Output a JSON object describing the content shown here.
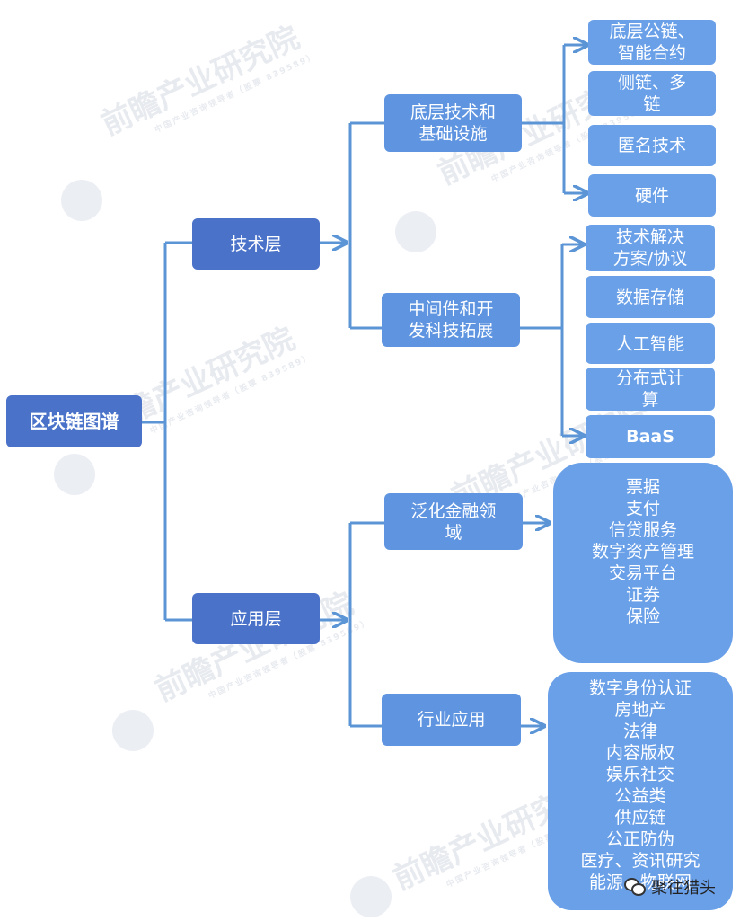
{
  "root": "区块链图谱",
  "layers": [
    {
      "label": "技术层",
      "groups": [
        {
          "label_lines": [
            "底层技术和",
            "基础设施"
          ],
          "items": [
            [
              "底层公链、",
              "智能合约"
            ],
            [
              "侧链、多",
              "链"
            ],
            [
              "匿名技术"
            ],
            [
              "硬件"
            ]
          ]
        },
        {
          "label_lines": [
            "中间件和开",
            "发科技拓展"
          ],
          "items": [
            [
              "技术解决",
              "方案/协议"
            ],
            [
              "数据存储"
            ],
            [
              "人工智能"
            ],
            [
              "分布式计",
              "算"
            ],
            [
              "BaaS"
            ]
          ]
        }
      ]
    },
    {
      "label": "应用层",
      "groups": [
        {
          "label_lines": [
            "泛化金融领",
            "域"
          ],
          "items": [
            "票据",
            "支付",
            "信贷服务",
            "数字资产管理",
            "交易平台",
            "证券",
            "保险"
          ]
        },
        {
          "label_lines": [
            "行业应用"
          ],
          "items": [
            "数字身份认证",
            "房地产",
            "法律",
            "内容版权",
            "娱乐社交",
            "公益类",
            "供应链",
            "公正防伪",
            "医疗、资讯研究",
            "能源、物联网"
          ]
        }
      ]
    }
  ],
  "watermark": {
    "title": "前瞻产业研究院",
    "subtitle": "中国产业咨询领导者（股票 839589）"
  },
  "footer": {
    "text": "聚往猎头",
    "icon": "wechat-icon"
  },
  "colors": {
    "line": "#5b95d6",
    "dark": "#4a72c9",
    "mid": "#5f95e0",
    "leaf": "#6aa0e8"
  }
}
